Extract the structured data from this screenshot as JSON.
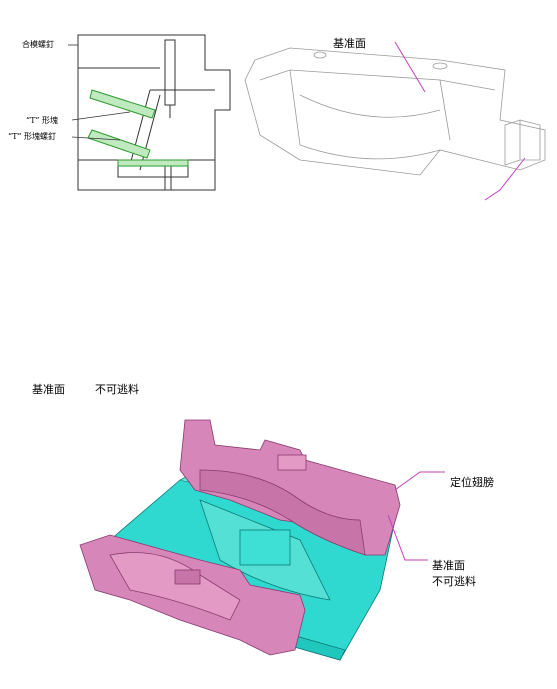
{
  "top_left_diagram": {
    "label_clamp_screw": "合模螺釘",
    "label_t_block": "“T” 形塊",
    "label_t_block_screw": "“T” 形塊螺釘"
  },
  "top_right_diagram": {
    "label_reference_face": "基准面"
  },
  "bottom_section": {
    "heading_reference_face": "基准面",
    "heading_no_trim": "不可逃料",
    "label_locating_wing": "定位翅膀",
    "label_reference_face": "基准面",
    "label_no_trim": "不可逃料"
  },
  "colors": {
    "magenta_part": "#d686b8",
    "cyan_part": "#2fd9cf",
    "callout_line": "#c040c0",
    "green_block": "#7fd07f"
  }
}
